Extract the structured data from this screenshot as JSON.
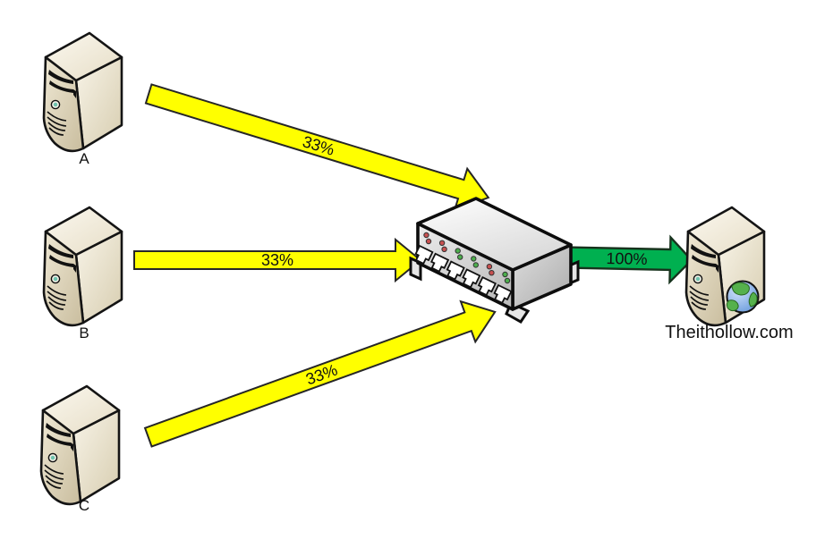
{
  "diagram": {
    "type": "network-load-balancing",
    "background_color": "#ffffff",
    "colors": {
      "arrow_yellow": "#FFFF00",
      "arrow_green": "#00B050",
      "label_text": "#111111",
      "server_body": "#EDE6D2",
      "switch_body": "#E8E8E8"
    },
    "nodes": {
      "server_a": {
        "label": "A",
        "type": "server"
      },
      "server_b": {
        "label": "B",
        "type": "server"
      },
      "server_c": {
        "label": "C",
        "type": "server"
      },
      "switch": {
        "type": "ethernet-switch",
        "ports": 6,
        "led_colors": [
          "#C85050",
          "#C85050",
          "#4CAE4C",
          "#4CAE4C",
          "#C85050",
          "#4CAE4C"
        ]
      },
      "server_dest": {
        "label": "Theithollow.com",
        "type": "web-server-globe"
      }
    },
    "flows": [
      {
        "from": "server_a",
        "to": "switch",
        "label": "33%",
        "color": "#FFFF00"
      },
      {
        "from": "server_b",
        "to": "switch",
        "label": "33%",
        "color": "#FFFF00"
      },
      {
        "from": "server_c",
        "to": "switch",
        "label": "33%",
        "color": "#FFFF00"
      },
      {
        "from": "switch",
        "to": "server_dest",
        "label": "100%",
        "color": "#00B050"
      }
    ]
  }
}
